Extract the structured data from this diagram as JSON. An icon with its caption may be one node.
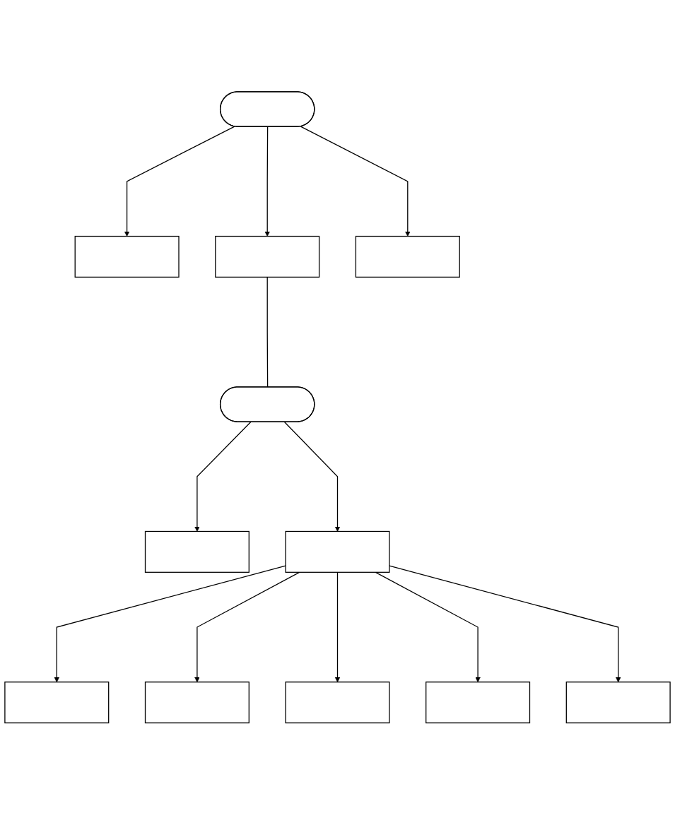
{
  "diagram": {
    "nodes": [
      {
        "text": [],
        "shape": "ellipse"
      },
      {
        "text": [],
        "shape": "box"
      },
      {
        "text": [],
        "shape": "box"
      },
      {
        "text": [],
        "shape": "box"
      },
      {
        "text": [],
        "shape": "ellipse"
      },
      {
        "text": [],
        "shape": "box"
      },
      {
        "text": [],
        "shape": "box"
      },
      {
        "text": [],
        "shape": "box"
      },
      {
        "text": [],
        "shape": "box"
      },
      {
        "text": [],
        "shape": "box"
      },
      {
        "text": [],
        "shape": "box"
      },
      {
        "text": [],
        "shape": "box"
      }
    ],
    "edges": [
      {
        "from": 0,
        "to": 1,
        "arrow": "to"
      },
      {
        "from": 0,
        "to": 2,
        "arrow": "to"
      },
      {
        "from": 0,
        "to": 3,
        "arrow": "to"
      },
      {
        "from": 2,
        "to": 4,
        "arrow": "none"
      },
      {
        "from": 4,
        "to": 5,
        "arrow": "to"
      },
      {
        "from": 4,
        "to": 6,
        "arrow": "to"
      },
      {
        "from": 6,
        "to": 7,
        "arrow": "to"
      },
      {
        "from": 6,
        "to": 8,
        "arrow": "to"
      },
      {
        "from": 6,
        "to": 9,
        "arrow": "to"
      },
      {
        "from": 6,
        "to": 10,
        "arrow": "to"
      },
      {
        "from": 6,
        "to": 11,
        "arrow": "to"
      }
    ]
  }
}
